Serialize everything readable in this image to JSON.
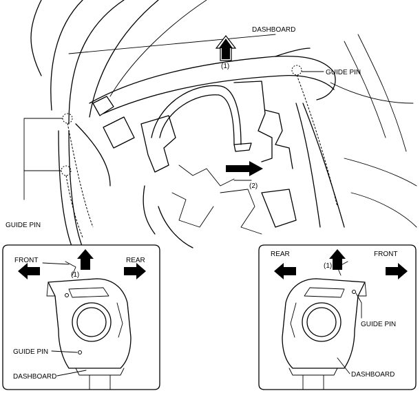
{
  "labels": {
    "dashboard_top": "DASHBOARD",
    "guide_pin_top_right": "GUIDE PIN",
    "guide_pin_left": "GUIDE PIN",
    "step_1_main": "(1)",
    "step_2_main": "(2)",
    "left_inset": {
      "front": "FRONT",
      "rear": "REAR",
      "step": "(1)",
      "guide_pin": "GUIDE PIN",
      "dashboard": "DASHBOARD"
    },
    "right_inset": {
      "rear": "REAR",
      "front": "FRONT",
      "step": "(1)",
      "guide_pin": "GUIDE PIN",
      "dashboard": "DASHBOARD"
    }
  }
}
